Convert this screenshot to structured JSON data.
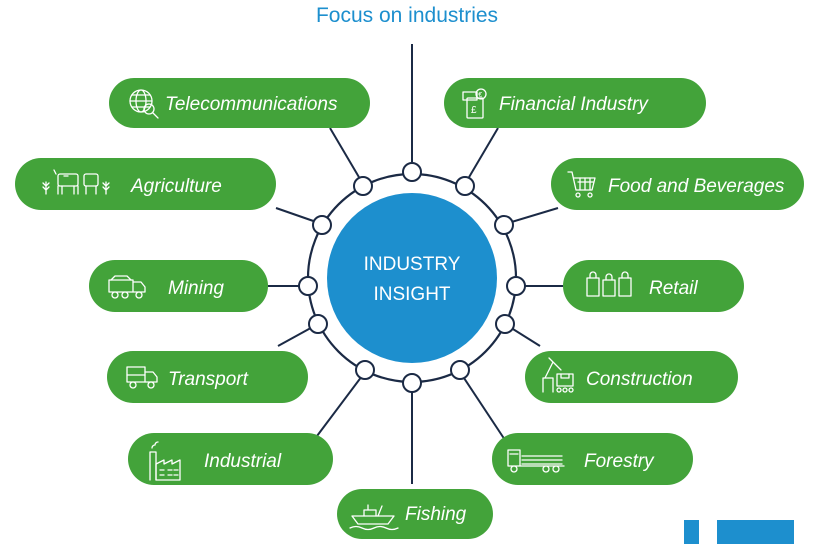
{
  "title": "Focus on industries",
  "center": {
    "line1": "INDUSTRY",
    "line2": "INSIGHT"
  },
  "colors": {
    "pill": "#43a33a",
    "center": "#1d8fce",
    "connector": "#1b2a45",
    "title": "#1d8fce",
    "accent": "#1d8fce"
  },
  "industries": [
    {
      "label": "Telecommunications",
      "icon": "globe-search-icon"
    },
    {
      "label": "Financial Industry",
      "icon": "currency-document-icon"
    },
    {
      "label": "Agriculture",
      "icon": "livestock-crops-icon"
    },
    {
      "label": "Food and Beverages",
      "icon": "shopping-cart-icon"
    },
    {
      "label": "Mining",
      "icon": "mining-truck-icon"
    },
    {
      "label": "Retail",
      "icon": "shopping-bags-icon"
    },
    {
      "label": "Transport",
      "icon": "delivery-truck-icon"
    },
    {
      "label": "Construction",
      "icon": "crane-icon"
    },
    {
      "label": "Industrial",
      "icon": "factory-icon"
    },
    {
      "label": "Forestry",
      "icon": "log-truck-icon"
    },
    {
      "label": "Fishing",
      "icon": "ship-icon"
    }
  ]
}
